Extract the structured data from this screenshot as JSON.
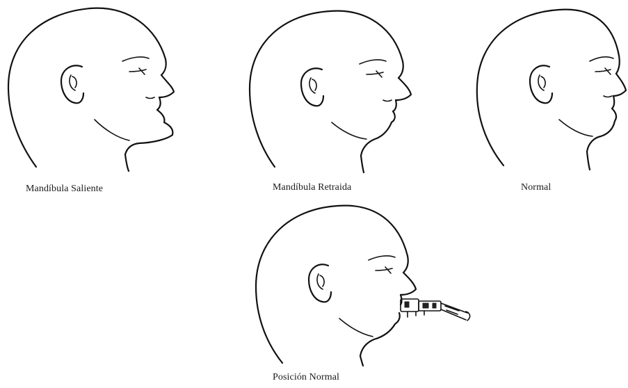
{
  "figures": [
    {
      "caption": "Mandíbula Saliente"
    },
    {
      "caption": "Mandíbula Retraida"
    },
    {
      "caption": "Normal"
    },
    {
      "caption": "Posición Normal"
    }
  ]
}
